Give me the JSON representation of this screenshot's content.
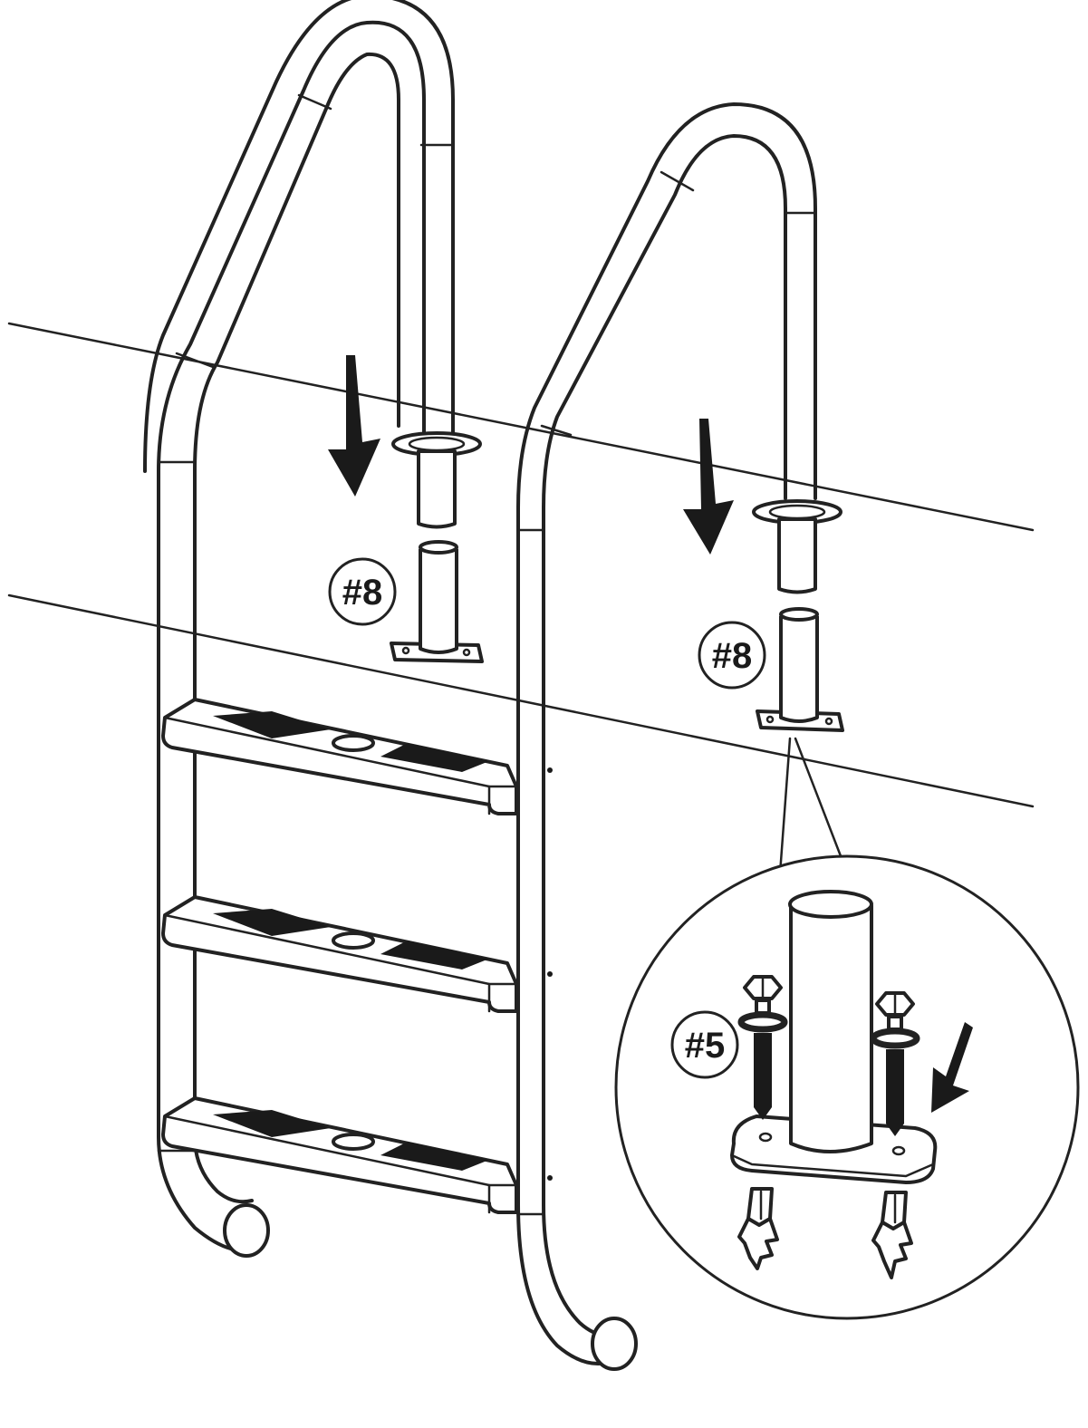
{
  "diagram": {
    "callouts": {
      "left_part": "#8",
      "right_part": "#8",
      "bolt": "#5"
    },
    "colors": {
      "ink": "#222222",
      "paper": "#ffffff"
    }
  }
}
